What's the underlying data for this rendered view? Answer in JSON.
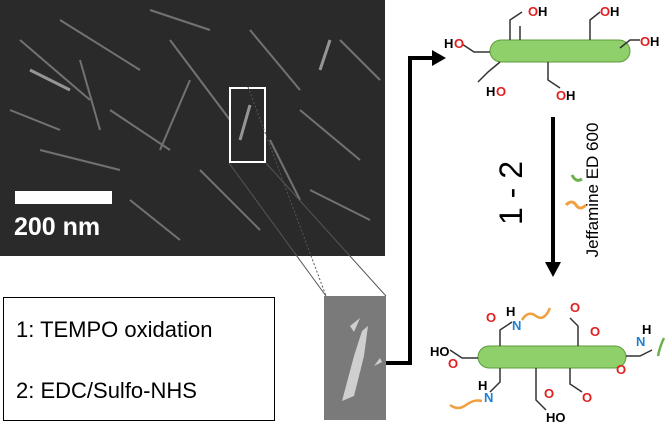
{
  "scale_bar": {
    "label": "200 nm"
  },
  "steps": [
    {
      "label": "1: TEMPO oxidation"
    },
    {
      "label": "2: EDC/Sulfo-NHS"
    }
  ],
  "reaction": {
    "step_range": "1 - 2",
    "reagent": "Jeffamine ED 600"
  },
  "atoms": {
    "oxygen": "O",
    "hydrogen": "H",
    "nitrogen": "N"
  },
  "groups": {
    "hydroxyl_right": "OH",
    "hydroxyl_left": "HO"
  },
  "colors": {
    "cnc_rod": "#8fd06a",
    "oxygen": "#e02020",
    "nitrogen": "#1f7fd0",
    "chain_orange": "#f0a040",
    "chain_green": "#6ab04c"
  }
}
